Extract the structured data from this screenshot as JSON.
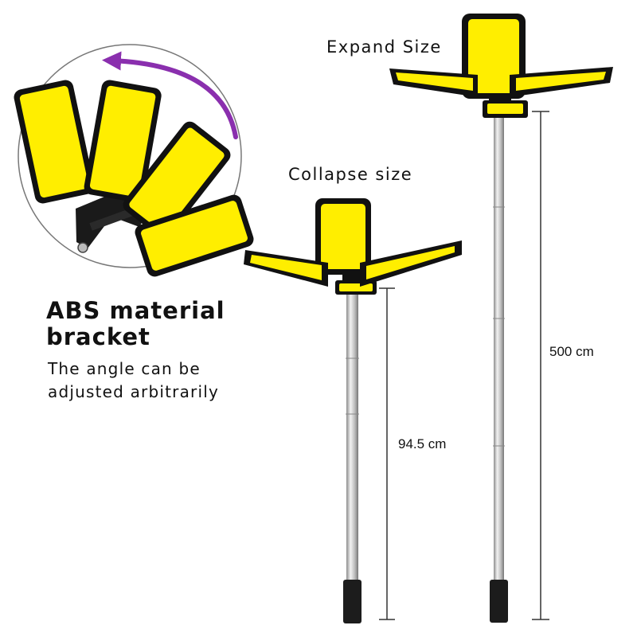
{
  "labels": {
    "expand_size": "Expand Size",
    "collapse_size": "Collapse size",
    "heading_line1": "ABS material",
    "heading_line2": "bracket",
    "subtext_line1": "The angle can be",
    "subtext_line2": "adjusted arbitrarily",
    "height_expanded": "500 cm",
    "height_collapsed": "94.5 cm"
  },
  "colors": {
    "panel_yellow": "#ffee00",
    "frame_black": "#111111",
    "arrow_purple": "#8a2fae",
    "pole_silver": "#c9c9c9",
    "dimension_line": "#333333"
  },
  "icons": {
    "rotation_arrow": "curved-arrow-icon"
  }
}
